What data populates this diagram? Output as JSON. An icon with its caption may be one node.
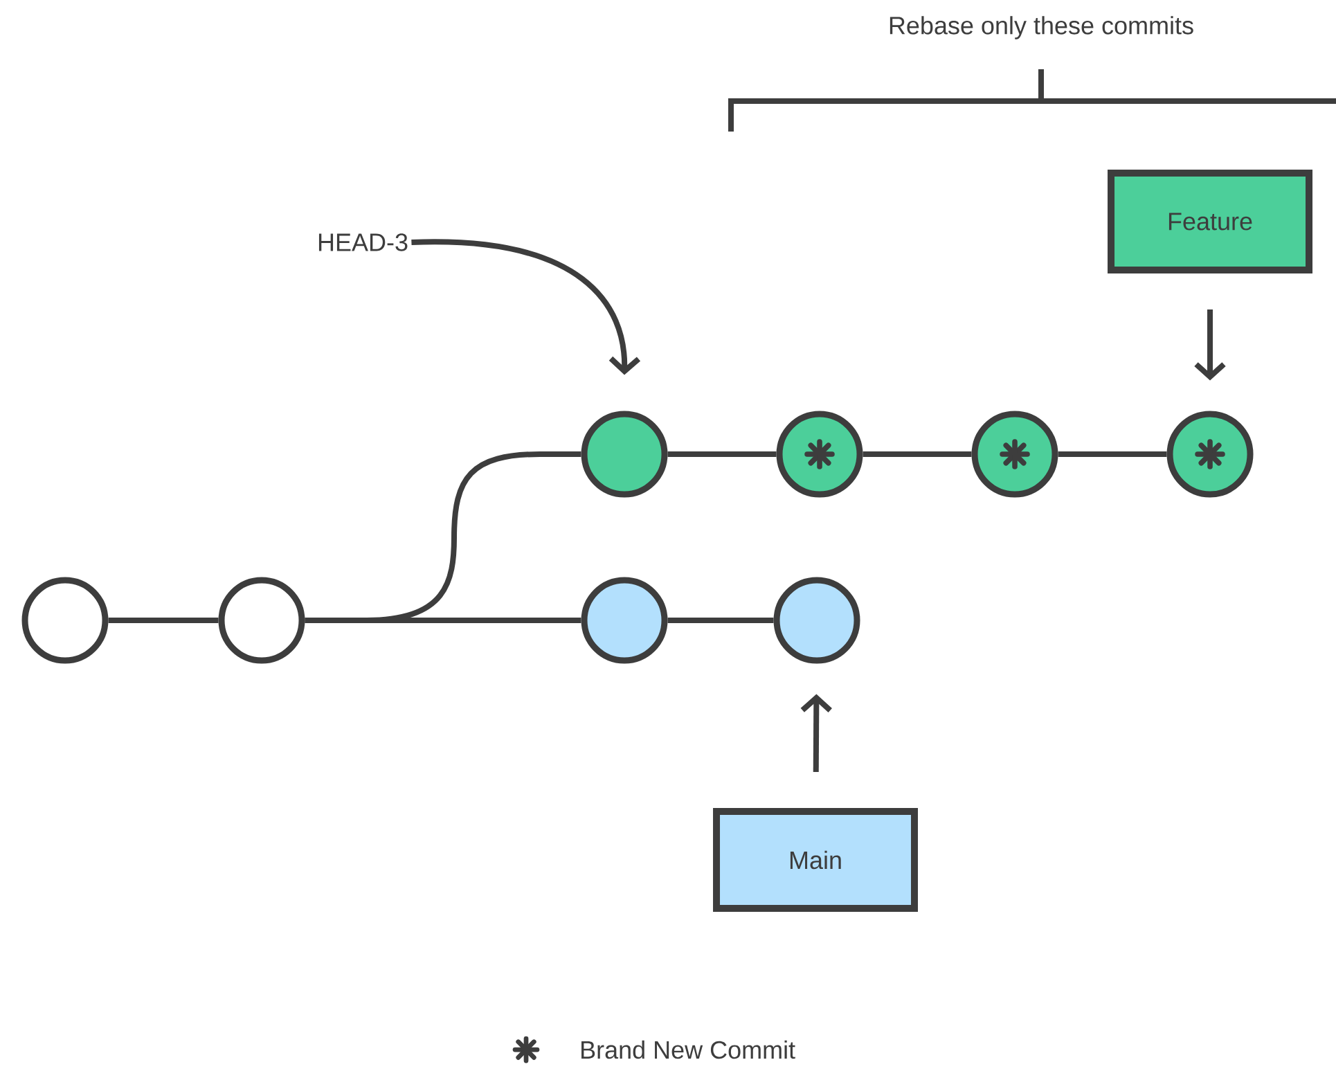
{
  "diagram": {
    "nodes": [
      {
        "text": [
          "HEAD-3"
        ]
      },
      {
        "text": [
          "Feature"
        ]
      },
      {
        "text": [
          "Main"
        ]
      },
      {
        "text": [],
        "shape": "circle"
      },
      {
        "text": [],
        "shape": "circle"
      },
      {
        "text": [],
        "shape": "circle"
      },
      {
        "text": [],
        "shape": "circle"
      },
      {
        "text": [],
        "shape": "circle"
      },
      {
        "text": [],
        "shape": "circle"
      },
      {
        "text": [],
        "shape": "circle"
      },
      {
        "text": [],
        "shape": "circle"
      }
    ],
    "edges": [
      {
        "from": 0,
        "to": 5,
        "arrow": "to"
      },
      {
        "from": 1,
        "to": 8,
        "arrow": "to"
      },
      {
        "from": 2,
        "to": 10,
        "arrow": "to"
      },
      {
        "from": 3,
        "to": 4,
        "arrow": "none"
      },
      {
        "from": 4,
        "to": 5,
        "arrow": "none"
      },
      {
        "from": 4,
        "to": 9,
        "arrow": "none"
      },
      {
        "from": 5,
        "to": 6,
        "arrow": "none"
      },
      {
        "from": 6,
        "to": 7,
        "arrow": "none"
      },
      {
        "from": 7,
        "to": 8,
        "arrow": "none"
      },
      {
        "from": 9,
        "to": 10,
        "arrow": "none"
      }
    ],
    "labels": [
      "Rebase only these commits"
    ],
    "legend": [
      {
        "text": "Brand New Commit"
      }
    ]
  }
}
